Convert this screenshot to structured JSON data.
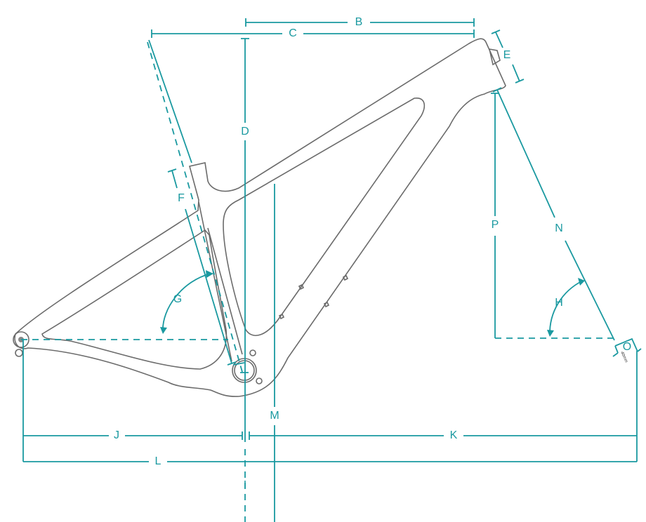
{
  "labels": {
    "B": "B",
    "C": "C",
    "D": "D",
    "E": "E",
    "F": "F",
    "G": "G",
    "H": "H",
    "I": "I",
    "J": "J",
    "K": "K",
    "L": "L",
    "M": "M",
    "N": "N",
    "O": "O",
    "P": "P"
  },
  "fork_offset_note": "40mm",
  "colors": {
    "dimension": "#1a99a0",
    "frame": "#6b6b6b"
  }
}
